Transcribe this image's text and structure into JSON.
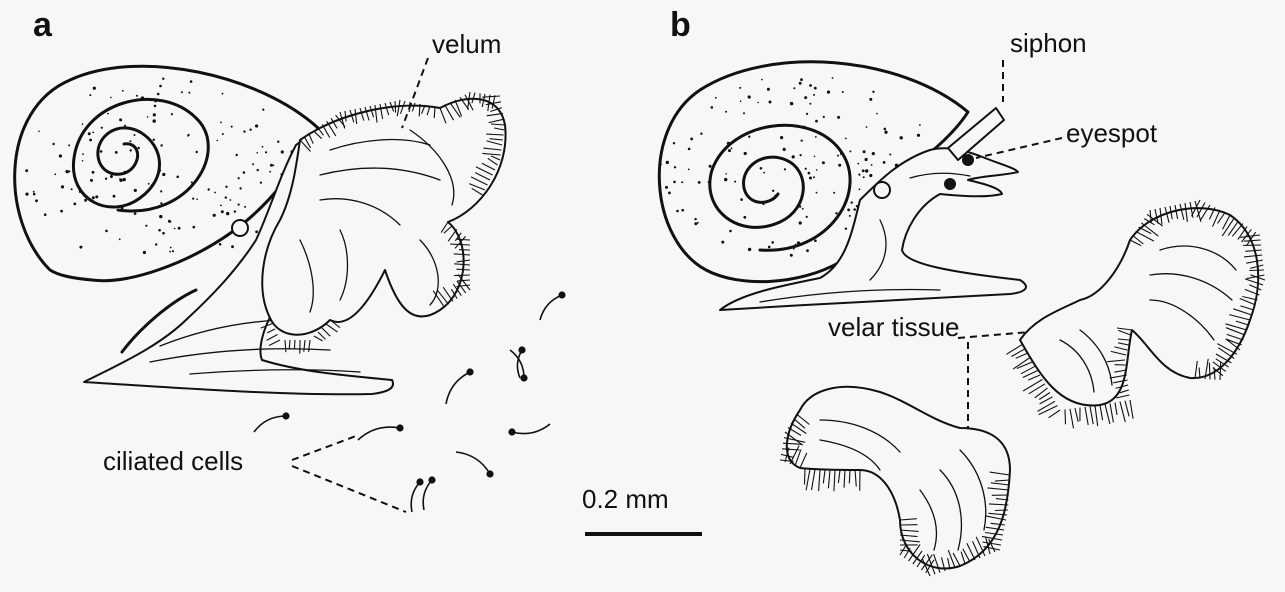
{
  "panels": {
    "a": {
      "letter": "a",
      "labels": {
        "velum": "velum",
        "ciliated_cells": "ciliated cells"
      }
    },
    "b": {
      "letter": "b",
      "labels": {
        "siphon": "siphon",
        "eyespot": "eyespot",
        "velar_tissue": "velar tissue"
      }
    }
  },
  "scale_bar": {
    "label": "0.2 mm"
  },
  "colors": {
    "ink": "#111111",
    "paper": "#f7f7f5"
  }
}
